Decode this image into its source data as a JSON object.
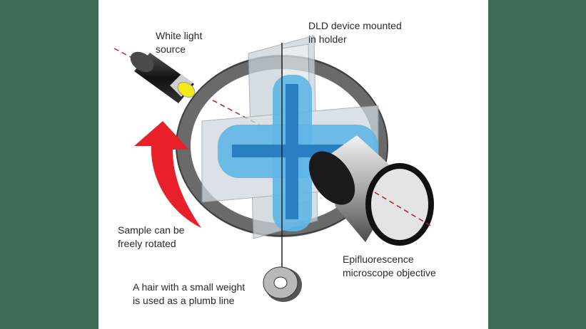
{
  "labels": {
    "light_source": [
      "White light",
      "source"
    ],
    "dld_device": [
      "DLD device mounted",
      "in holder"
    ],
    "rotation": [
      "Sample can be",
      "freely rotated"
    ],
    "objective": [
      "Epifluorescence",
      "microscope objective"
    ],
    "plumb_line": [
      "A hair with a small weight",
      "is used as a plumb line"
    ]
  },
  "colors": {
    "background": "#3d6a55",
    "panel": "#ffffff",
    "ring": "#6f6f6f",
    "glass": "#c9d3da",
    "device_blue": "#5fb6e6",
    "channel_blue": "#2a7fc0",
    "arrow_red": "#e8202a",
    "beam_red": "#b3232a",
    "lamp_yellow": "#f4ea1a"
  }
}
